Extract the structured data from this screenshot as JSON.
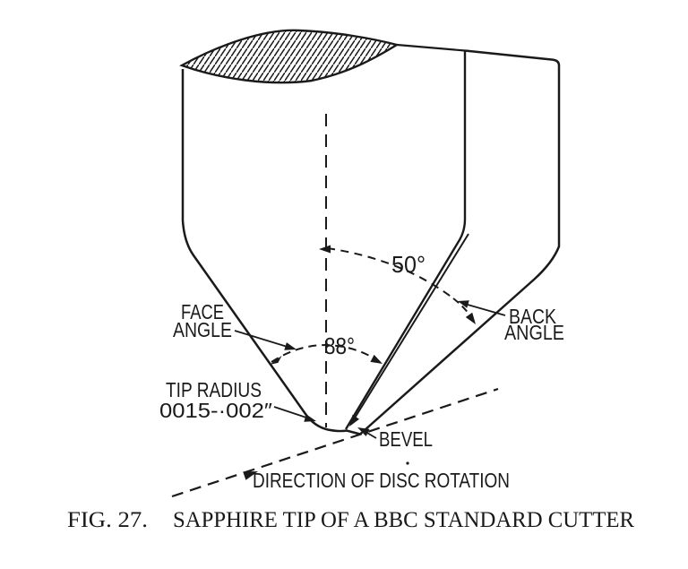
{
  "figure": {
    "number": "FIG. 27.",
    "title": "SAPPHIRE TIP OF A BBC STANDARD CUTTER",
    "labels": {
      "top_angle": "50°",
      "face_angle_value": "88°",
      "face_angle_line1": "FACE",
      "face_angle_line2": "ANGLE",
      "back_angle_line1": "BACK",
      "back_angle_line2": "ANGLE",
      "tip_radius_line1": "TIP RADIUS",
      "tip_radius_line2": "0015-·002″",
      "bevel": "BEVEL",
      "rotation": "DIRECTION OF DISC ROTATION"
    },
    "colors": {
      "ink": "#1a1a1a",
      "paper": "#ffffff"
    }
  }
}
